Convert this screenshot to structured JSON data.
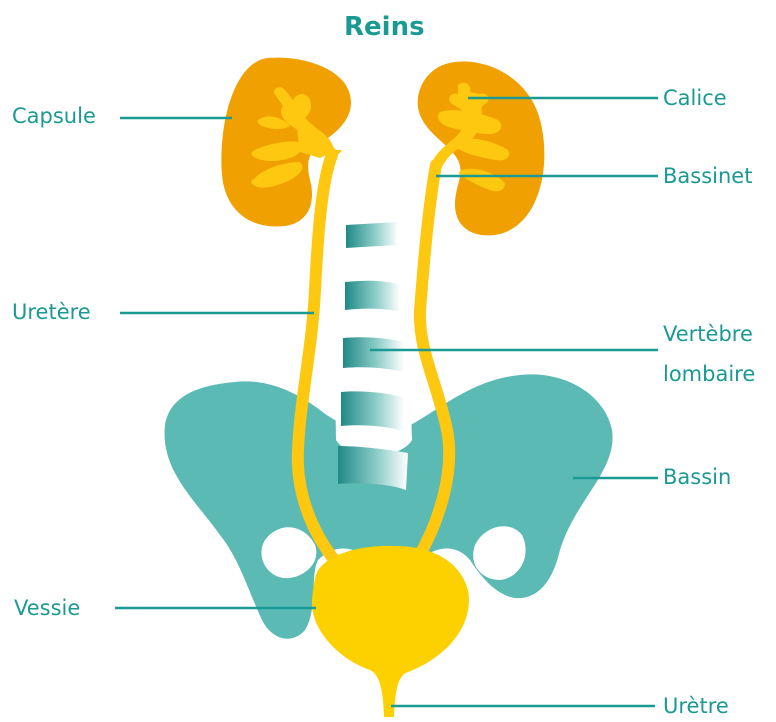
{
  "title": "Reins",
  "labels": {
    "capsule": "Capsule",
    "calice": "Calice",
    "bassinet": "Bassinet",
    "uretere": "Uretère",
    "vertebre_line1": "Vertèbre",
    "vertebre_line2": "lombaire",
    "bassin": "Bassin",
    "vessie": "Vessie",
    "uretre": "Urètre"
  },
  "colors": {
    "label_text": "#1a9a93",
    "leader_line": "#1a9a93",
    "kidney": "#f0a000",
    "urinary_tract": "#fdc80f",
    "bladder": "#fdd000",
    "pelvis": "#5bbab4",
    "vertebra_dark": "#1f8a86",
    "background": "#ffffff"
  }
}
